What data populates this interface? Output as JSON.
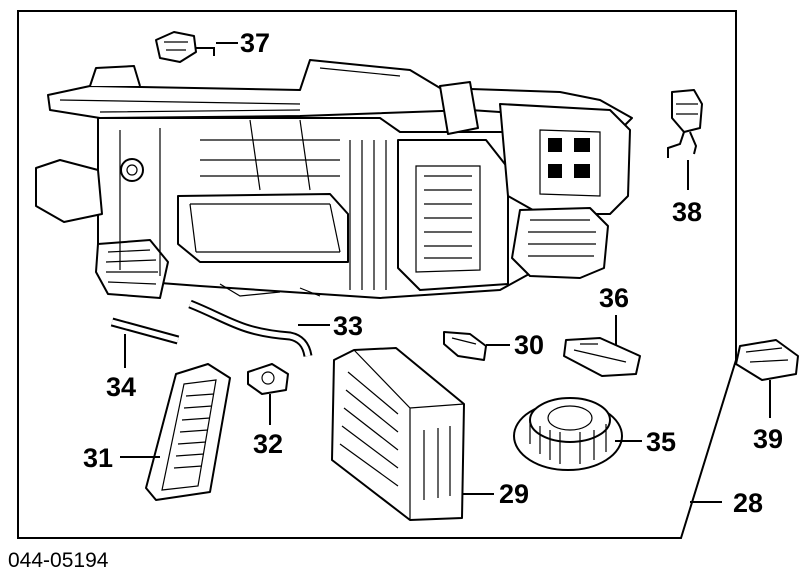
{
  "callouts": {
    "c28": "28",
    "c29": "29",
    "c30": "30",
    "c31": "31",
    "c32": "32",
    "c33": "33",
    "c34": "34",
    "c35": "35",
    "c36": "36",
    "c37": "37",
    "c38": "38",
    "c39": "39"
  },
  "diagram_code": "044-05194"
}
